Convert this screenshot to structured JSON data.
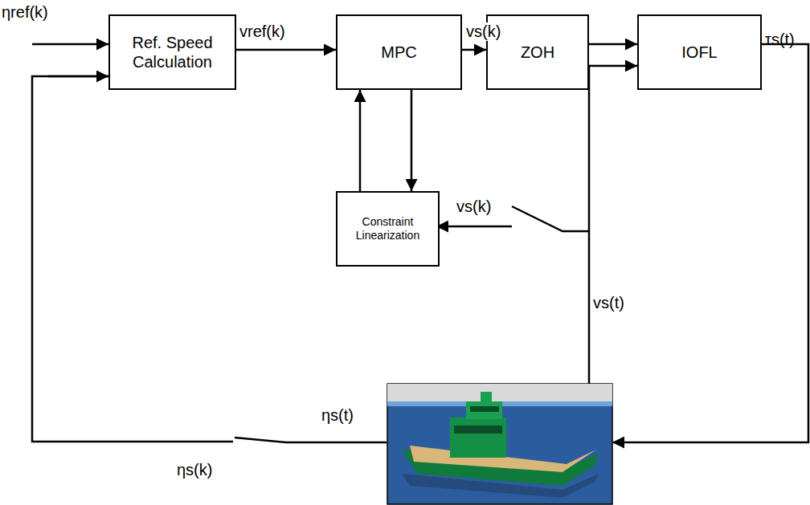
{
  "diagram": {
    "nodes": [
      {
        "text": [
          "Ref. Speed Calculation"
        ]
      },
      {
        "text": [
          "MPC"
        ]
      },
      {
        "text": [
          "ZOH"
        ]
      },
      {
        "text": [
          "IOFL"
        ]
      },
      {
        "text": [
          "Constraint Linearization"
        ]
      }
    ],
    "edges": [
      {
        "from": 0,
        "to": 1,
        "arrow": "to",
        "label": "vref(k)"
      },
      {
        "from": 1,
        "to": 2,
        "arrow": "to",
        "label": "vs(k)"
      },
      {
        "from": 2,
        "to": 3,
        "arrow": "to"
      },
      {
        "from": 1,
        "to": 4,
        "arrow": "to"
      },
      {
        "from": 4,
        "to": 1,
        "arrow": "to"
      }
    ],
    "labels": [
      "ηref(k)",
      "τs(t)",
      "vs(k)",
      "vs(t)",
      "ηs(t)",
      "ηs(k)"
    ]
  }
}
